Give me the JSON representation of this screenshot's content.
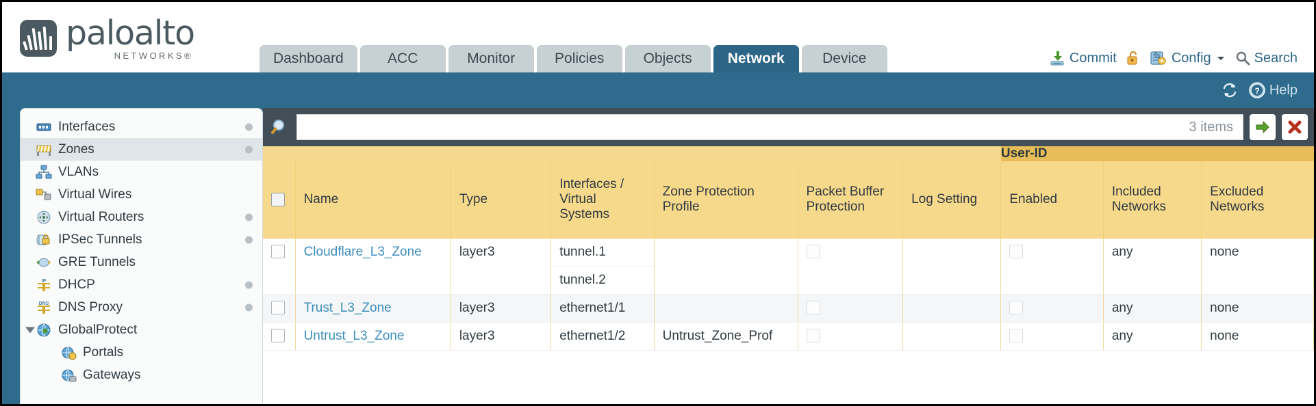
{
  "brand": {
    "name": "paloalto",
    "sub": "NETWORKS®"
  },
  "nav": {
    "tabs": [
      {
        "label": "Dashboard",
        "active": false
      },
      {
        "label": "ACC",
        "active": false
      },
      {
        "label": "Monitor",
        "active": false
      },
      {
        "label": "Policies",
        "active": false
      },
      {
        "label": "Objects",
        "active": false
      },
      {
        "label": "Network",
        "active": true
      },
      {
        "label": "Device",
        "active": false
      }
    ]
  },
  "top_actions": [
    {
      "label": "Commit",
      "icon": "commit-icon"
    },
    {
      "label": "",
      "icon": "unlock-icon"
    },
    {
      "label": "Config",
      "icon": "config-icon",
      "caret": true
    },
    {
      "label": "Search",
      "icon": "search-icon"
    }
  ],
  "blueband": {
    "refresh_icon": "refresh-icon",
    "help_label": "Help",
    "help_icon": "help-icon"
  },
  "sidebar": {
    "items": [
      {
        "label": "Interfaces",
        "icon": "interfaces-icon",
        "selected": false,
        "dot": true,
        "child": false,
        "twisty": false
      },
      {
        "label": "Zones",
        "icon": "zones-icon",
        "selected": true,
        "dot": true,
        "child": false,
        "twisty": false
      },
      {
        "label": "VLANs",
        "icon": "vlans-icon",
        "selected": false,
        "dot": false,
        "child": false,
        "twisty": false
      },
      {
        "label": "Virtual Wires",
        "icon": "virtual-wires-icon",
        "selected": false,
        "dot": false,
        "child": false,
        "twisty": false
      },
      {
        "label": "Virtual Routers",
        "icon": "virtual-routers-icon",
        "selected": false,
        "dot": true,
        "child": false,
        "twisty": false
      },
      {
        "label": "IPSec Tunnels",
        "icon": "ipsec-tunnels-icon",
        "selected": false,
        "dot": true,
        "child": false,
        "twisty": false
      },
      {
        "label": "GRE Tunnels",
        "icon": "gre-tunnels-icon",
        "selected": false,
        "dot": false,
        "child": false,
        "twisty": false
      },
      {
        "label": "DHCP",
        "icon": "dhcp-icon",
        "selected": false,
        "dot": true,
        "child": false,
        "twisty": false
      },
      {
        "label": "DNS Proxy",
        "icon": "dns-proxy-icon",
        "selected": false,
        "dot": true,
        "child": false,
        "twisty": false
      },
      {
        "label": "GlobalProtect",
        "icon": "globalprotect-icon",
        "selected": false,
        "dot": false,
        "child": false,
        "twisty": true
      },
      {
        "label": "Portals",
        "icon": "portals-icon",
        "selected": false,
        "dot": false,
        "child": true,
        "twisty": false
      },
      {
        "label": "Gateways",
        "icon": "gateways-icon",
        "selected": false,
        "dot": false,
        "child": true,
        "twisty": false
      }
    ]
  },
  "search": {
    "value": "",
    "placeholder": "",
    "icon": "search-magnifier-icon",
    "count_label": "3 items",
    "apply_icon": "apply-arrow-icon",
    "clear_icon": "clear-x-icon"
  },
  "table": {
    "group_header": {
      "label": "User-ID",
      "span_start": 7,
      "span_cols": 3
    },
    "columns": [
      {
        "key": "cb",
        "label": ""
      },
      {
        "key": "name",
        "label": "Name"
      },
      {
        "key": "type",
        "label": "Type"
      },
      {
        "key": "ifaces",
        "label": "Interfaces / Virtual Systems"
      },
      {
        "key": "zpp",
        "label": "Zone Protection Profile"
      },
      {
        "key": "pbp",
        "label": "Packet Buffer Protection"
      },
      {
        "key": "log",
        "label": "Log Setting"
      },
      {
        "key": "enabled",
        "label": "Enabled"
      },
      {
        "key": "included",
        "label": "Included Networks"
      },
      {
        "key": "excluded",
        "label": "Excluded Networks"
      }
    ],
    "rows": [
      {
        "name": "Cloudflare_L3_Zone",
        "type": "layer3",
        "interfaces": [
          "tunnel.1",
          "tunnel.2"
        ],
        "zone_protection_profile": "",
        "packet_buffer_protection": false,
        "log_setting": "",
        "userid_enabled": false,
        "included_networks": "any",
        "excluded_networks": "none",
        "selected": false
      },
      {
        "name": "Trust_L3_Zone",
        "type": "layer3",
        "interfaces": [
          "ethernet1/1"
        ],
        "zone_protection_profile": "",
        "packet_buffer_protection": false,
        "log_setting": "",
        "userid_enabled": false,
        "included_networks": "any",
        "excluded_networks": "none",
        "selected": false
      },
      {
        "name": "Untrust_L3_Zone",
        "type": "layer3",
        "interfaces": [
          "ethernet1/2"
        ],
        "zone_protection_profile": "Untrust_Zone_Prof",
        "packet_buffer_protection": false,
        "log_setting": "",
        "userid_enabled": false,
        "included_networks": "any",
        "excluded_networks": "none",
        "selected": false
      }
    ]
  },
  "colors": {
    "brand_slate": "#4b5a60",
    "nav_active": "#2c6586",
    "nav_inactive": "#c7d0d3",
    "band_blue": "#2f6b8c",
    "panel_dark": "#424f59",
    "table_header": "#f7d98c",
    "group_header": "#e6bd58",
    "link_blue": "#3c8dbc"
  }
}
